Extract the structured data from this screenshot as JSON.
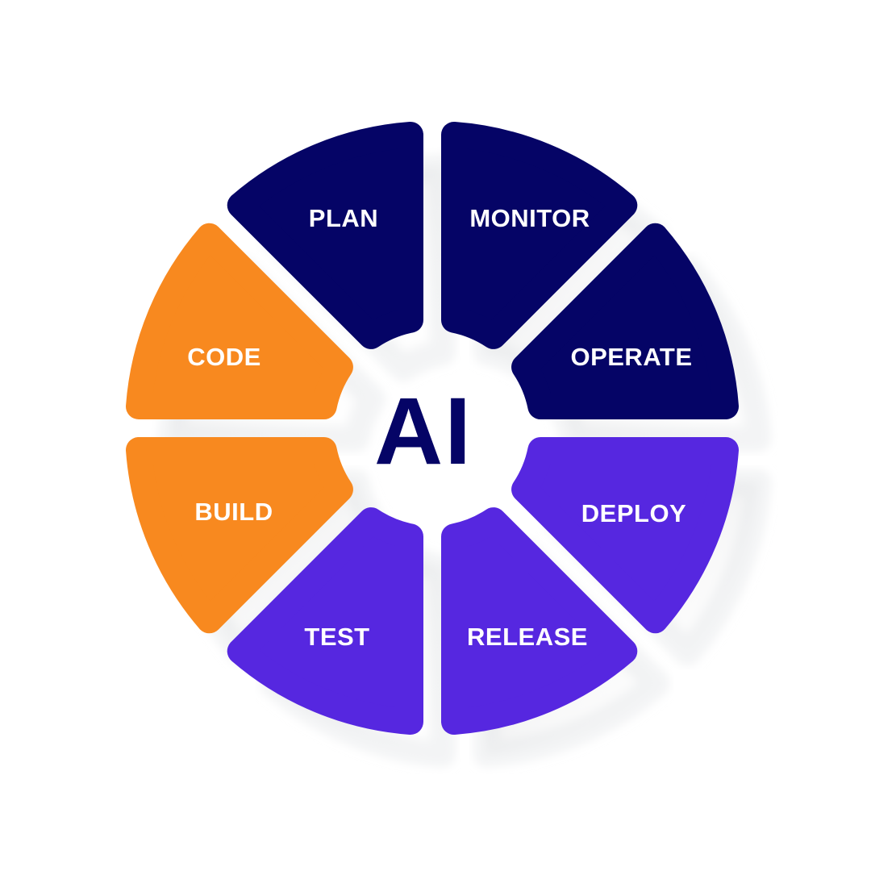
{
  "center_label": "AI",
  "colors": {
    "navy": "#050466",
    "orange": "#f8891f",
    "purple": "#5627e0"
  },
  "segments": [
    {
      "label": "PLAN",
      "color": "#050466"
    },
    {
      "label": "MONITOR",
      "color": "#050466"
    },
    {
      "label": "OPERATE",
      "color": "#050466"
    },
    {
      "label": "DEPLOY",
      "color": "#5627e0"
    },
    {
      "label": "RELEASE",
      "color": "#5627e0"
    },
    {
      "label": "TEST",
      "color": "#5627e0"
    },
    {
      "label": "BUILD",
      "color": "#f8891f"
    },
    {
      "label": "CODE",
      "color": "#f8891f"
    }
  ]
}
